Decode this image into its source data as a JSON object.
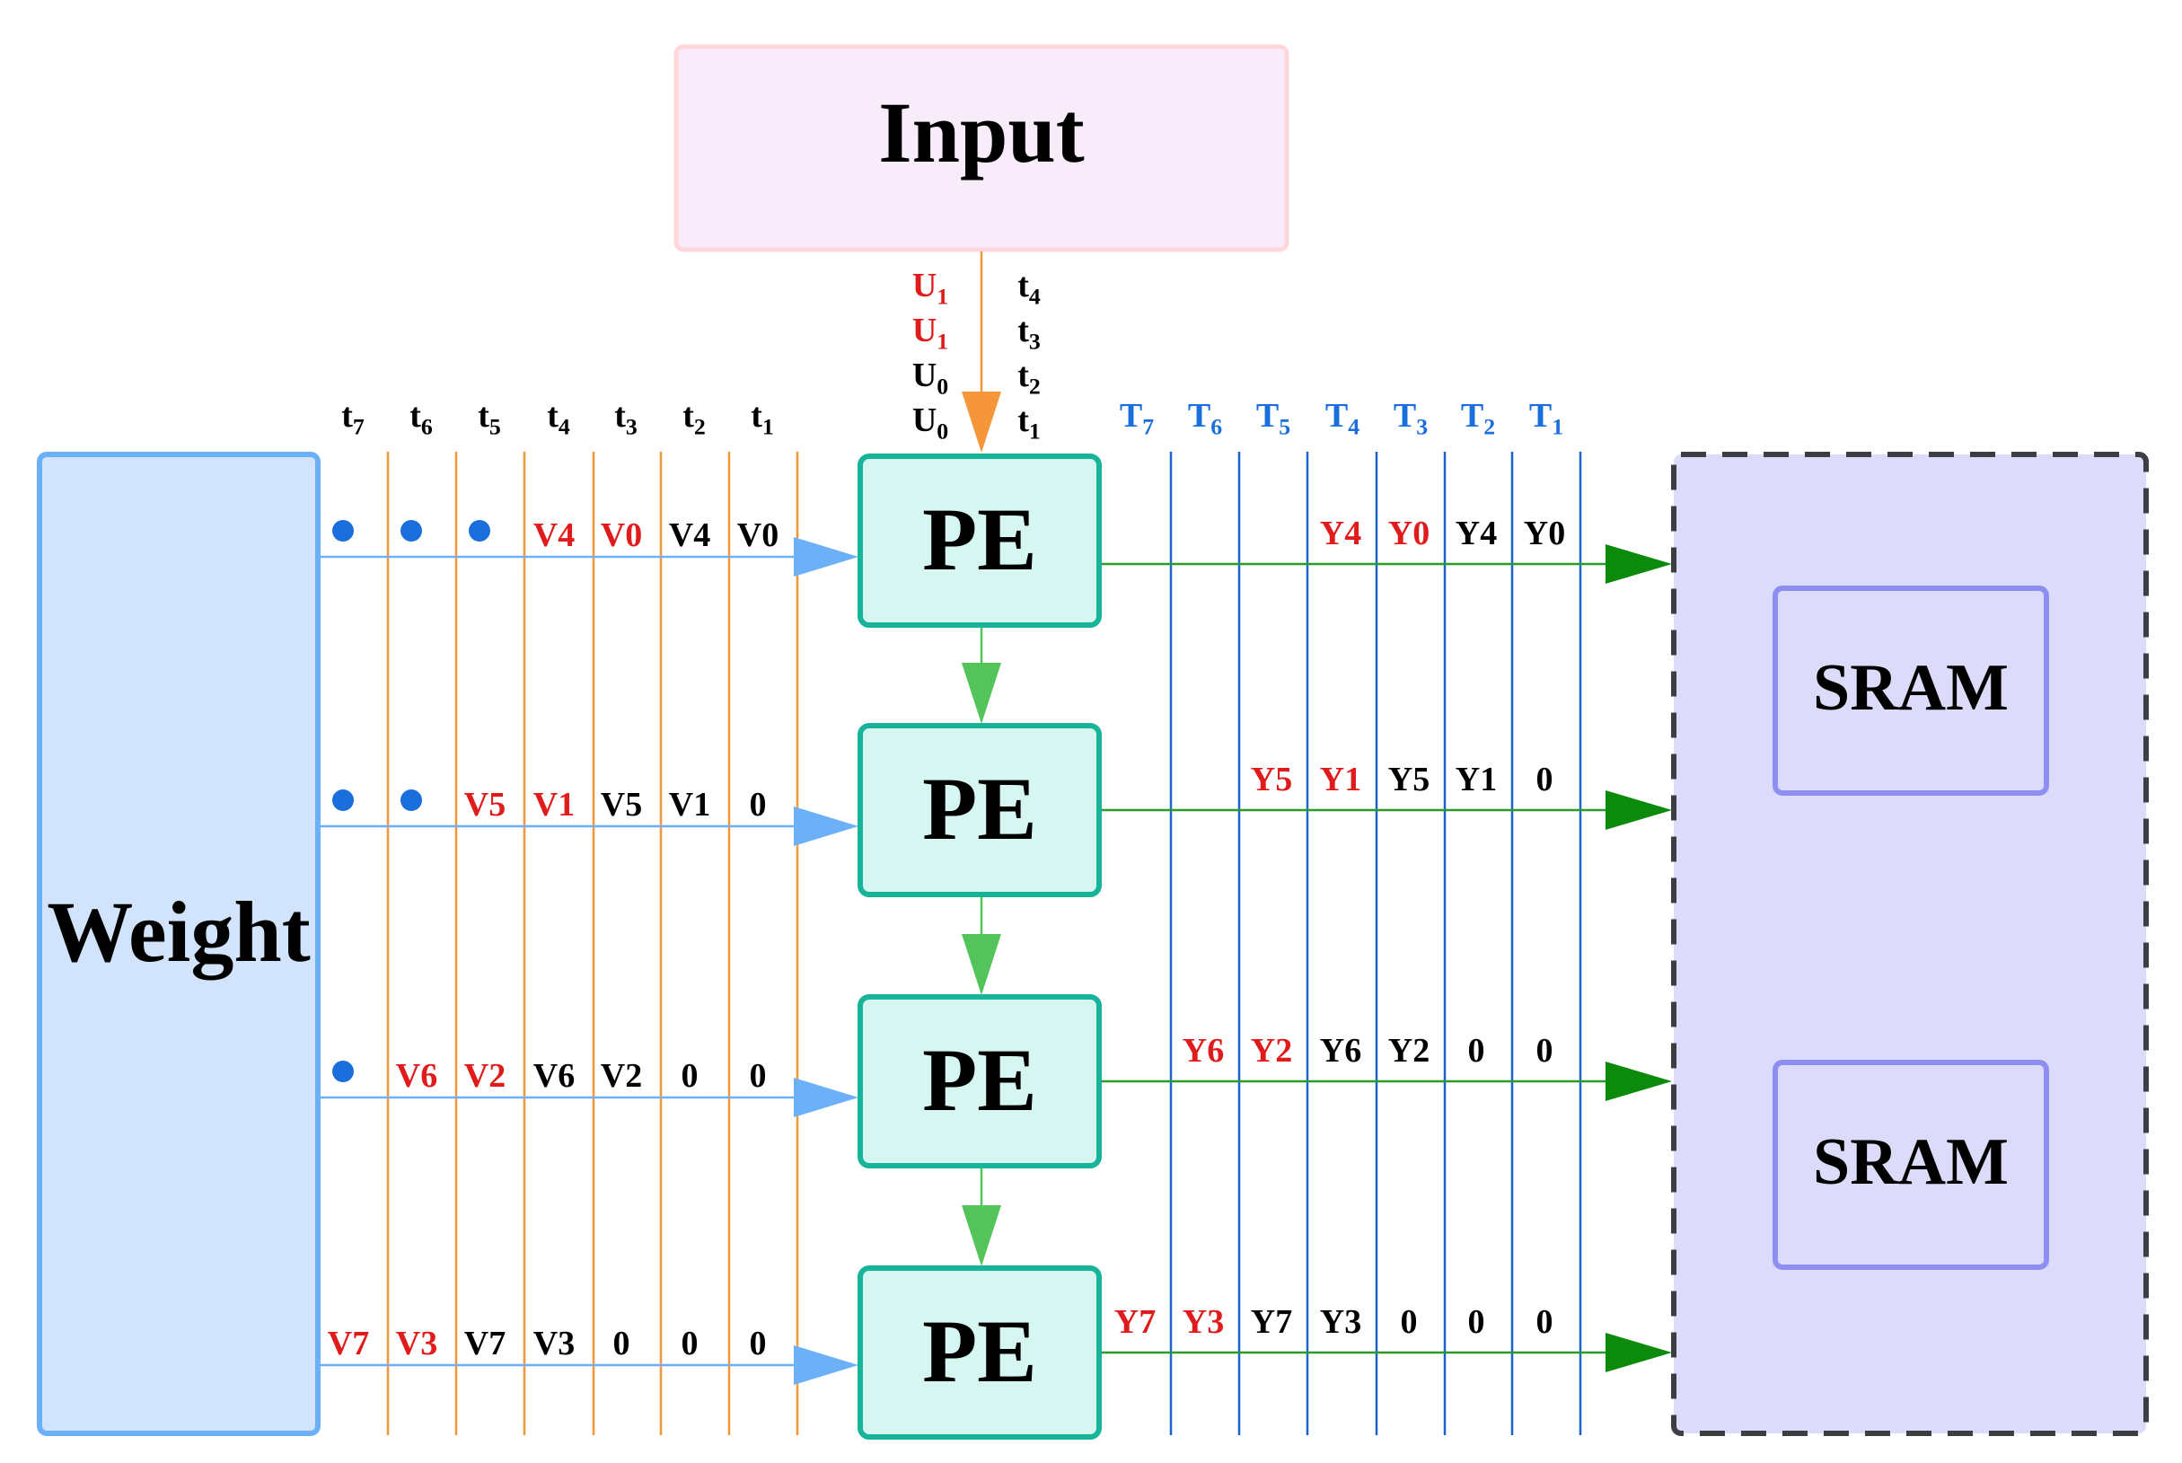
{
  "colors": {
    "red": "#e01b1b",
    "black": "#000000",
    "blue_text": "#1a6fdc",
    "dot": "#1a6fdc",
    "orange": "#f5963a",
    "blue_line": "#1a62cc",
    "weight_arrow": "#6cb1f7",
    "green_line": "#2e9a2e",
    "green_arrow": "#52c45a"
  },
  "input": {
    "label": "Input"
  },
  "weight": {
    "label": "Weight"
  },
  "pe_label": "PE",
  "sram": {
    "top": "SRAM",
    "bottom": "SRAM"
  },
  "input_stream": {
    "values": [
      {
        "text": "U",
        "sub": "1",
        "color": "red"
      },
      {
        "text": "U",
        "sub": "1",
        "color": "red"
      },
      {
        "text": "U",
        "sub": "0",
        "color": "black"
      },
      {
        "text": "U",
        "sub": "0",
        "color": "black"
      }
    ],
    "times": [
      {
        "text": "t",
        "sub": "4"
      },
      {
        "text": "t",
        "sub": "3"
      },
      {
        "text": "t",
        "sub": "2"
      },
      {
        "text": "t",
        "sub": "1"
      }
    ]
  },
  "left_time_labels": [
    {
      "text": "t",
      "sub": "7"
    },
    {
      "text": "t",
      "sub": "6"
    },
    {
      "text": "t",
      "sub": "5"
    },
    {
      "text": "t",
      "sub": "4"
    },
    {
      "text": "t",
      "sub": "3"
    },
    {
      "text": "t",
      "sub": "2"
    },
    {
      "text": "t",
      "sub": "1"
    }
  ],
  "right_time_labels": [
    {
      "text": "T",
      "sub": "7"
    },
    {
      "text": "T",
      "sub": "6"
    },
    {
      "text": "T",
      "sub": "5"
    },
    {
      "text": "T",
      "sub": "4"
    },
    {
      "text": "T",
      "sub": "3"
    },
    {
      "text": "T",
      "sub": "2"
    },
    {
      "text": "T",
      "sub": "1"
    }
  ],
  "weight_rows": [
    [
      {
        "dot": true
      },
      {
        "dot": true
      },
      {
        "dot": true
      },
      {
        "text": "V4",
        "color": "red"
      },
      {
        "text": "V0",
        "color": "red"
      },
      {
        "text": "V4",
        "color": "black"
      },
      {
        "text": "V0",
        "color": "black"
      }
    ],
    [
      {
        "dot": true
      },
      {
        "dot": true
      },
      {
        "text": "V5",
        "color": "red"
      },
      {
        "text": "V1",
        "color": "red"
      },
      {
        "text": "V5",
        "color": "black"
      },
      {
        "text": "V1",
        "color": "black"
      },
      {
        "text": "0",
        "color": "black"
      }
    ],
    [
      {
        "dot": true
      },
      {
        "text": "V6",
        "color": "red"
      },
      {
        "text": "V2",
        "color": "red"
      },
      {
        "text": "V6",
        "color": "black"
      },
      {
        "text": "V2",
        "color": "black"
      },
      {
        "text": "0",
        "color": "black"
      },
      {
        "text": "0",
        "color": "black"
      }
    ],
    [
      {
        "text": "V7",
        "color": "red"
      },
      {
        "text": "V3",
        "color": "red"
      },
      {
        "text": "V7",
        "color": "black"
      },
      {
        "text": "V3",
        "color": "black"
      },
      {
        "text": "0",
        "color": "black"
      },
      {
        "text": "0",
        "color": "black"
      },
      {
        "text": "0",
        "color": "black"
      }
    ]
  ],
  "output_rows": [
    [
      null,
      null,
      null,
      {
        "text": "Y4",
        "color": "red"
      },
      {
        "text": "Y0",
        "color": "red"
      },
      {
        "text": "Y4",
        "color": "black"
      },
      {
        "text": "Y0",
        "color": "black"
      }
    ],
    [
      null,
      null,
      {
        "text": "Y5",
        "color": "red"
      },
      {
        "text": "Y1",
        "color": "red"
      },
      {
        "text": "Y5",
        "color": "black"
      },
      {
        "text": "Y1",
        "color": "black"
      },
      {
        "text": "0",
        "color": "black"
      }
    ],
    [
      null,
      {
        "text": "Y6",
        "color": "red"
      },
      {
        "text": "Y2",
        "color": "red"
      },
      {
        "text": "Y6",
        "color": "black"
      },
      {
        "text": "Y2",
        "color": "black"
      },
      {
        "text": "0",
        "color": "black"
      },
      {
        "text": "0",
        "color": "black"
      }
    ],
    [
      {
        "text": "Y7",
        "color": "red"
      },
      {
        "text": "Y3",
        "color": "red"
      },
      {
        "text": "Y7",
        "color": "black"
      },
      {
        "text": "Y3",
        "color": "black"
      },
      {
        "text": "0",
        "color": "black"
      },
      {
        "text": "0",
        "color": "black"
      },
      {
        "text": "0",
        "color": "black"
      }
    ]
  ]
}
